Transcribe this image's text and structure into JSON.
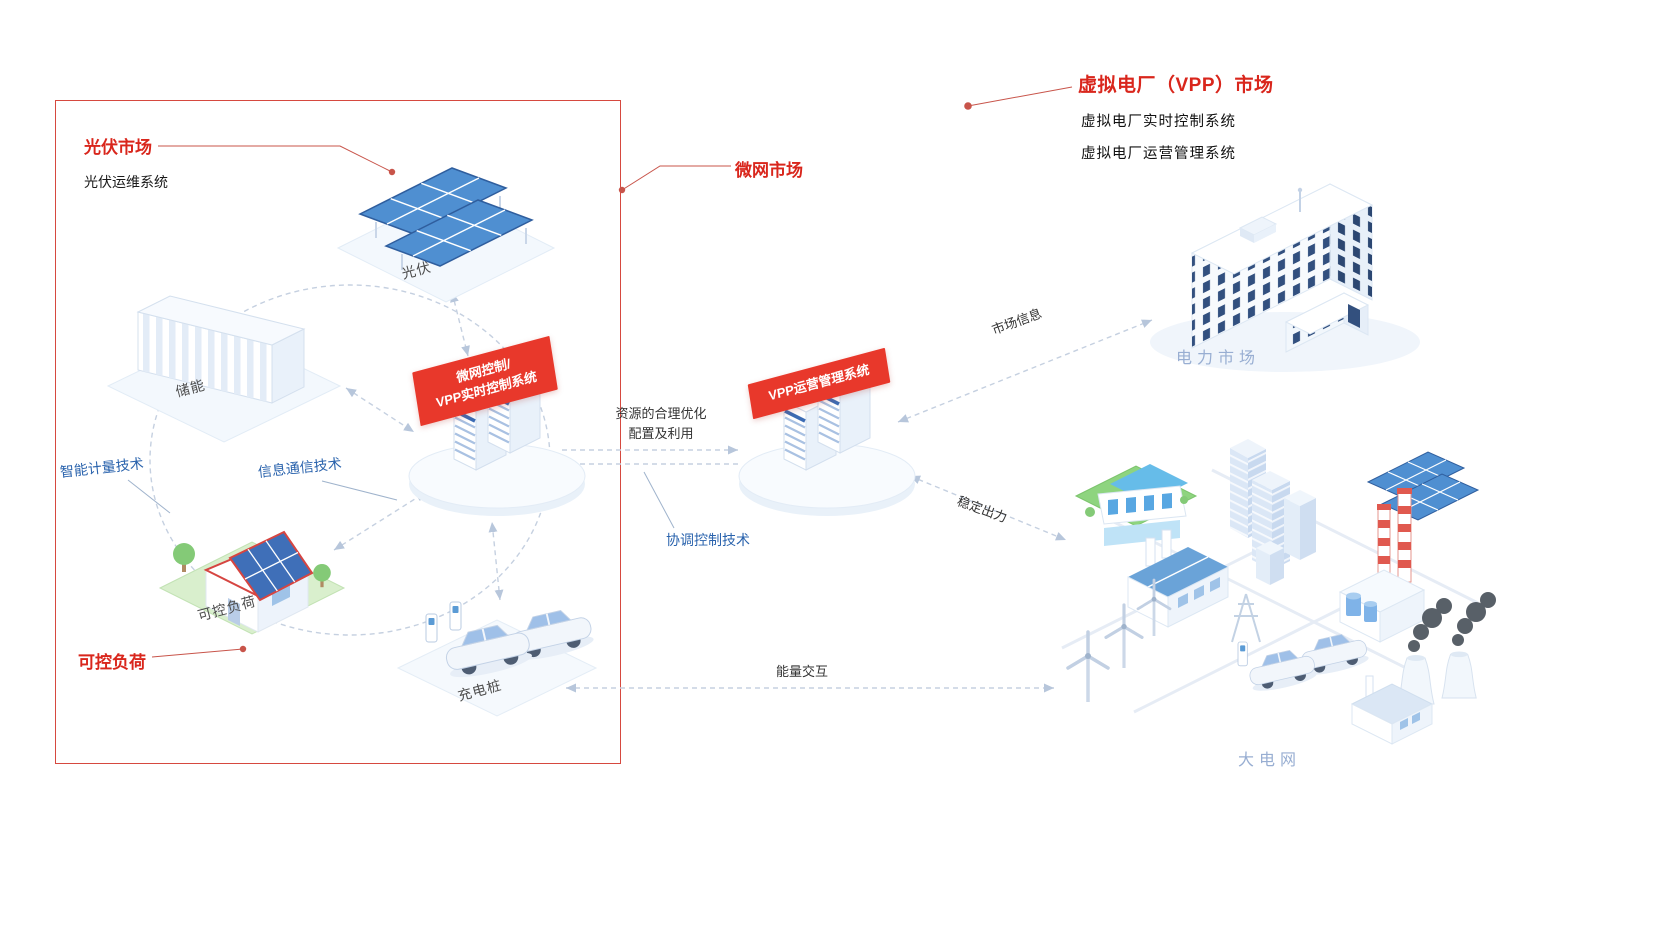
{
  "colors": {
    "accent_red": "#d9261c",
    "banner_red": "#e8382b",
    "link_blue": "#2a63ad",
    "zone_label_blue": "#98aed2",
    "dashed_line": "#c5d0e0",
    "panel_blue": "#4f8fd1"
  },
  "header": {
    "vpp_title": "虚拟电厂（VPP）市场",
    "vpp_sub1": "虚拟电厂实时控制系统",
    "vpp_sub2": "虚拟电厂运营管理系统"
  },
  "microgrid": {
    "box_label": "微网市场",
    "pv_market": {
      "title": "光伏市场",
      "subtitle": "光伏运维系统"
    },
    "load_callout": "可控负荷",
    "banner": {
      "line1": "微网控制/",
      "line2": "VPP实时控制系统"
    },
    "nodes": {
      "pv": "光伏",
      "storage": "储能",
      "house": "可控负荷",
      "charging": "充电桩"
    },
    "tech": {
      "smart_metering": "智能计量技术",
      "ict": "信息通信技术"
    }
  },
  "vpp_system": {
    "banner": "VPP运营管理系统"
  },
  "links": {
    "resource_line1": "资源的合理优化",
    "resource_line2": "配置及利用",
    "coordination": "协调控制技术",
    "market_info": "市场信息",
    "stable_output": "稳定出力",
    "energy_exchange": "能量交互"
  },
  "grid_side": {
    "electricity_market": "电力市场",
    "main_grid": "大电网"
  }
}
